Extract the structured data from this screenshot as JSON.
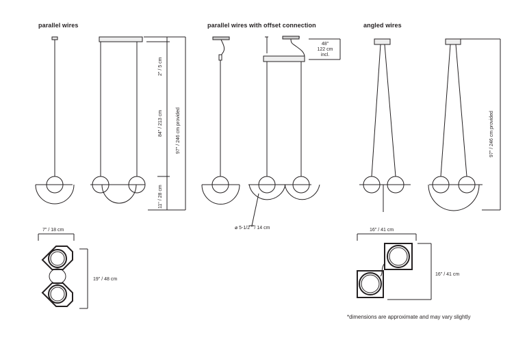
{
  "sections": {
    "parallel": "parallel wires",
    "offset": "parallel wires with offset connection",
    "angled": "angled wires"
  },
  "dims": {
    "canopy": "2\" / 5 cm",
    "wire": "84\" / 213 cm",
    "total": "97\" / 246 cm provided",
    "lamp": "11\" / 28 cm",
    "offset_line1": "48\"",
    "offset_line2": "122 cm",
    "offset_line3": "incl.",
    "diameter_symbol": "⌀",
    "diameter": "5-1/2 \" / 14 cm",
    "angled_total": "97\" / 246 cm provided"
  },
  "footprints": {
    "parallel_width": "7\" / 18 cm",
    "parallel_length": "19\" / 48 cm",
    "angled_width": "16\" / 41 cm",
    "angled_length": "16\" / 41 cm"
  },
  "footnote": "*dimensions are approximate and may vary slightly"
}
